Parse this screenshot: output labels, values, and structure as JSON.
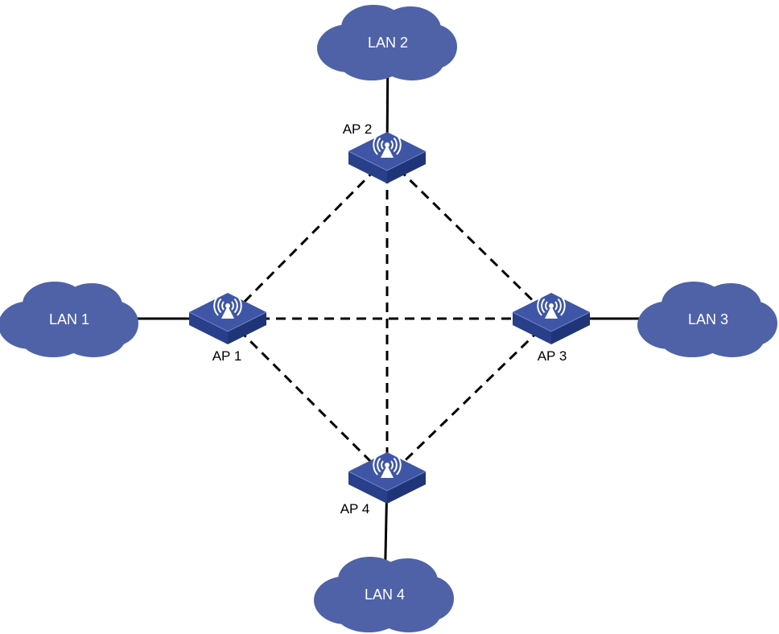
{
  "colors": {
    "cloud": "#4f62a8",
    "ap_top": "#3f56a6",
    "ap_front": "#2a3f8a",
    "ap_side": "#203577",
    "link": "#000000"
  },
  "lans": [
    {
      "id": "lan2",
      "label": "LAN 2"
    },
    {
      "id": "lan1",
      "label": "LAN 1"
    },
    {
      "id": "lan3",
      "label": "LAN 3"
    },
    {
      "id": "lan4",
      "label": "LAN 4"
    }
  ],
  "aps": [
    {
      "id": "ap2",
      "label": "AP 2",
      "icon": "wireless-ap-icon"
    },
    {
      "id": "ap1",
      "label": "AP 1",
      "icon": "wireless-ap-icon"
    },
    {
      "id": "ap3",
      "label": "AP 3",
      "icon": "wireless-ap-icon"
    },
    {
      "id": "ap4",
      "label": "AP 4",
      "icon": "wireless-ap-icon"
    }
  ],
  "wired_links": [
    {
      "from": "lan2",
      "to": "ap2"
    },
    {
      "from": "lan1",
      "to": "ap1"
    },
    {
      "from": "lan3",
      "to": "ap3"
    },
    {
      "from": "lan4",
      "to": "ap4"
    }
  ],
  "wireless_links": [
    {
      "from": "ap2",
      "to": "ap1"
    },
    {
      "from": "ap2",
      "to": "ap3"
    },
    {
      "from": "ap2",
      "to": "ap4"
    },
    {
      "from": "ap1",
      "to": "ap3"
    },
    {
      "from": "ap1",
      "to": "ap4"
    },
    {
      "from": "ap3",
      "to": "ap4"
    }
  ]
}
